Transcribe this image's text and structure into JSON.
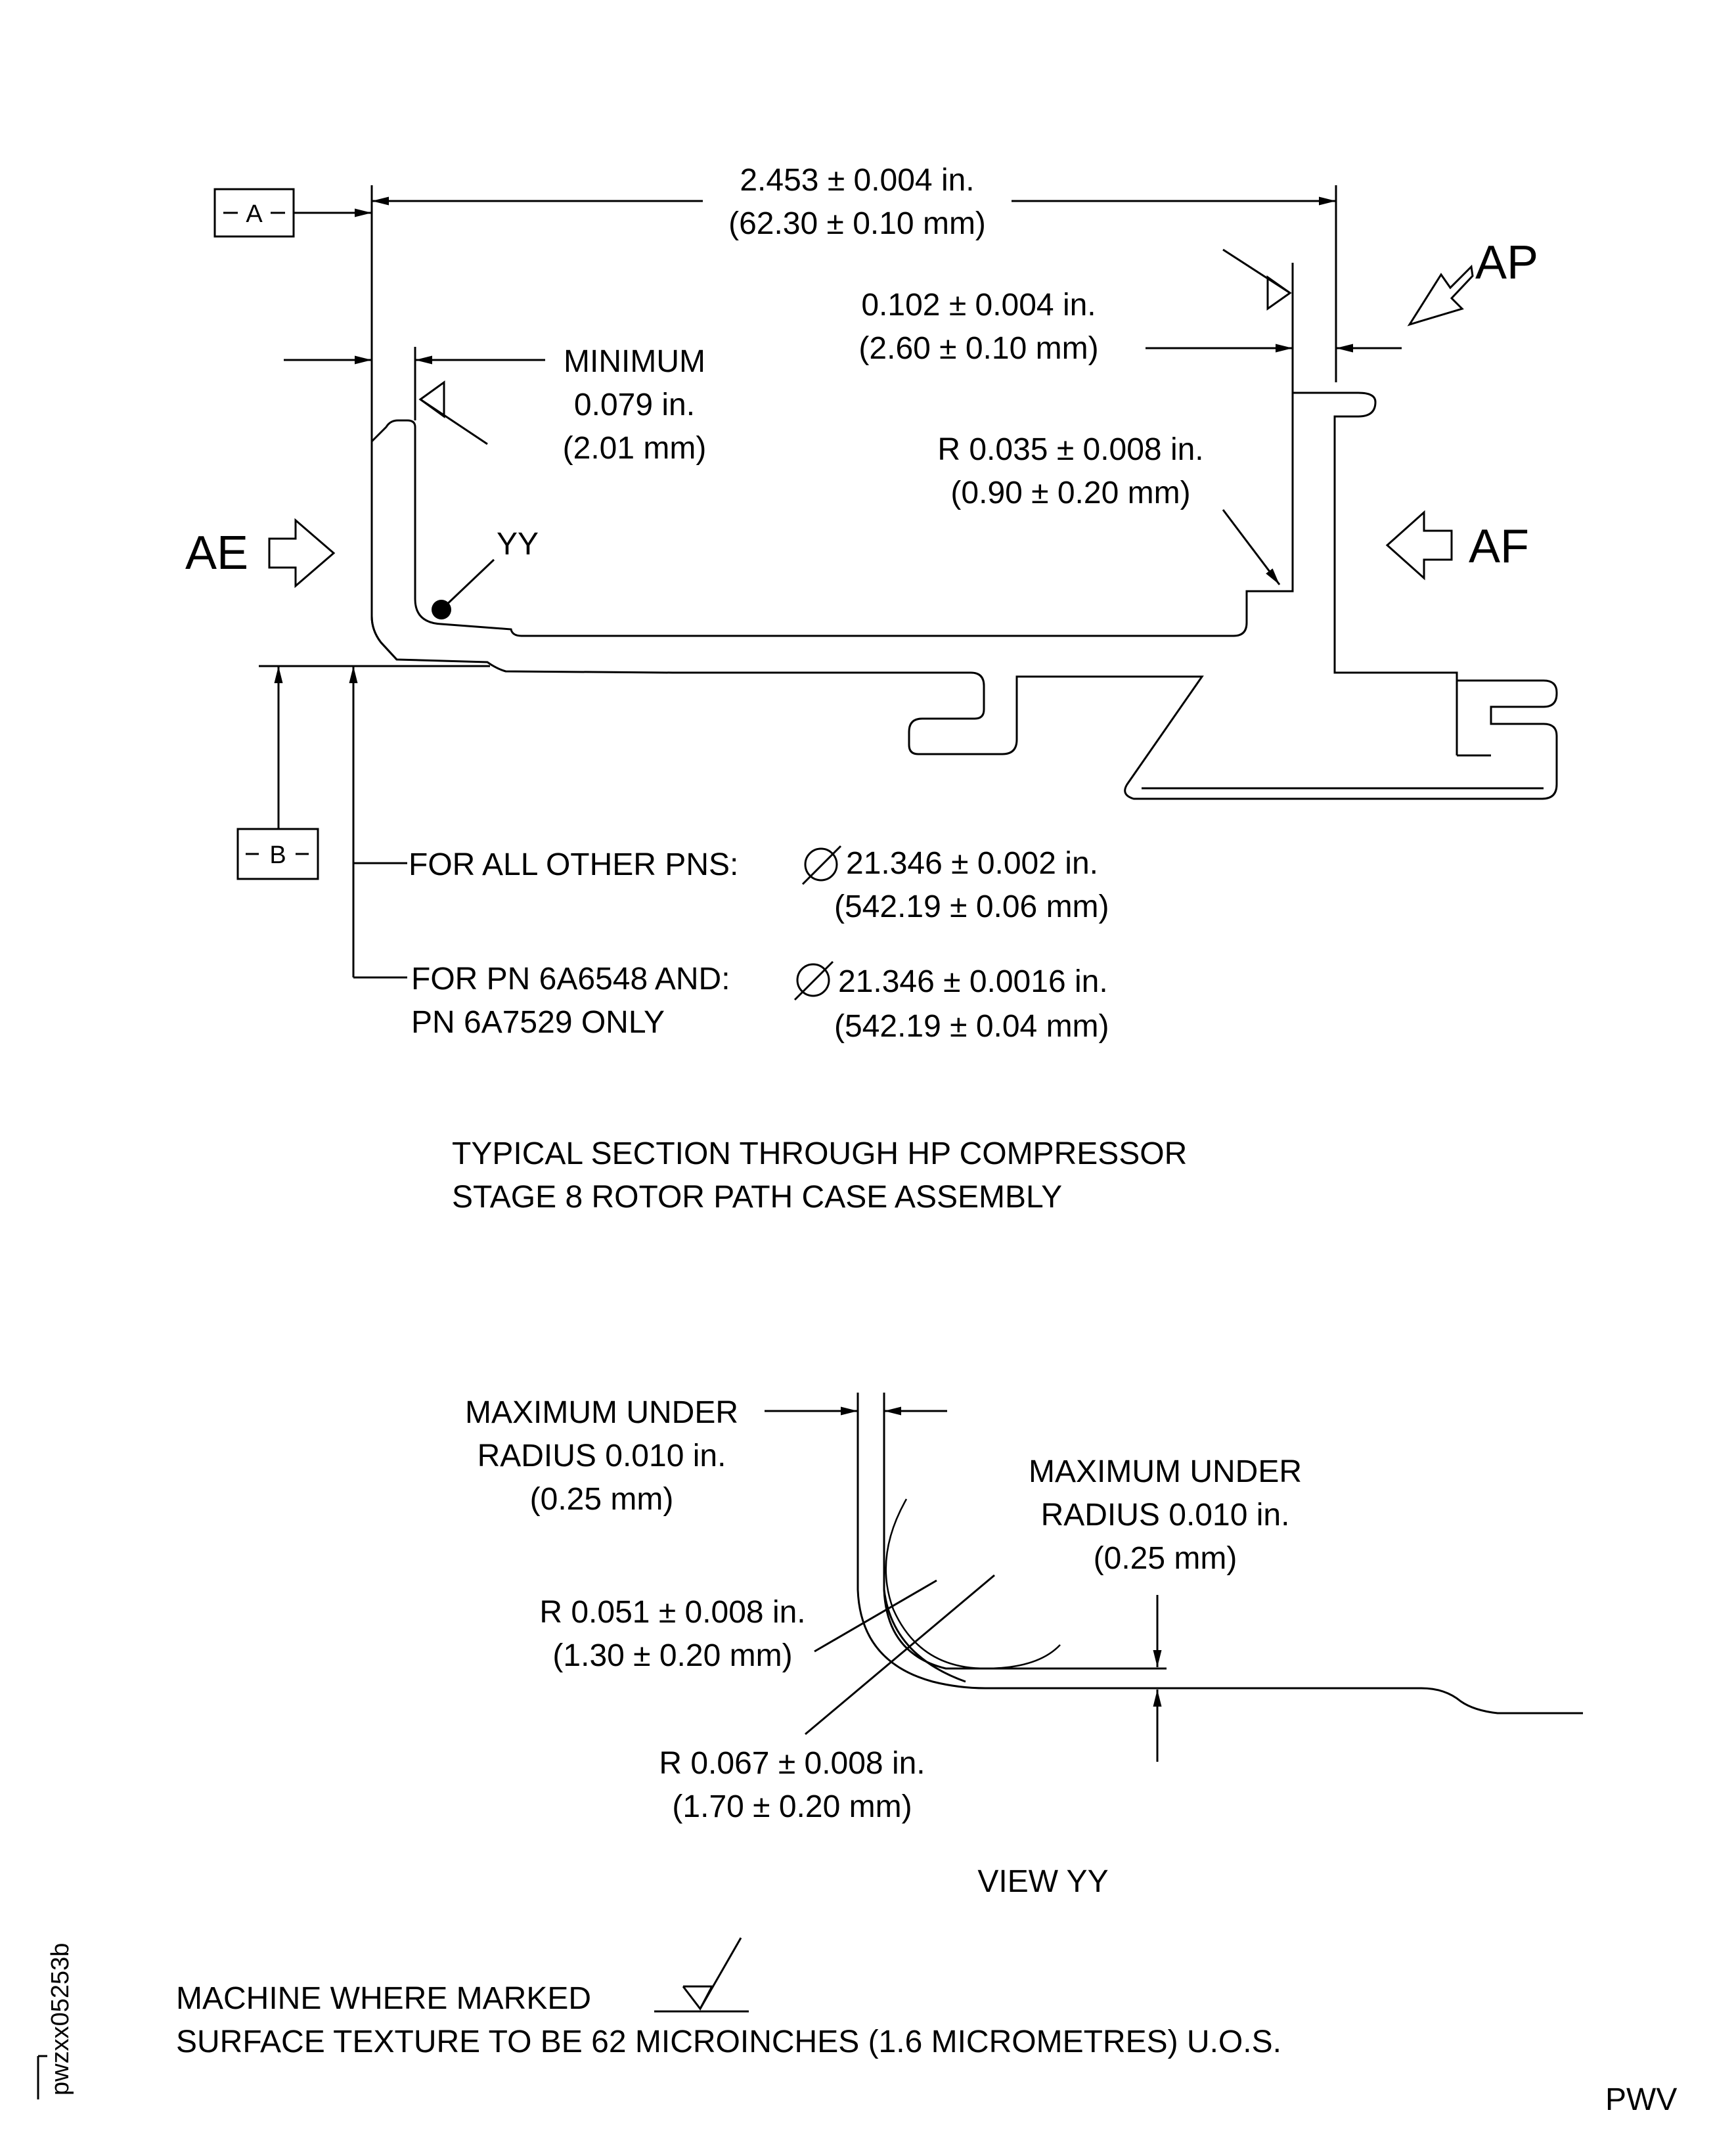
{
  "datum_a": "A",
  "datum_b": "B",
  "overall_width": {
    "inch": "2.453 ± 0.004 in.",
    "mm": "(62.30 ± 0.10 mm)"
  },
  "flange_thickness": {
    "inch": "0.102 ± 0.004 in.",
    "mm": "(2.60 ± 0.10 mm)"
  },
  "minimum_wall": {
    "label": "MINIMUM",
    "inch": "0.079 in.",
    "mm": "(2.01 mm)"
  },
  "corner_radius": {
    "inch": "R 0.035 ± 0.008 in.",
    "mm": "(0.90 ± 0.20 mm)"
  },
  "views": {
    "ae": "AE",
    "af": "AF",
    "ap": "AP",
    "yy": "YY"
  },
  "diameter_other": {
    "label": "FOR ALL OTHER PNS:",
    "inch": "21.346 ± 0.002 in.",
    "mm": "(542.19 ± 0.06 mm)"
  },
  "diameter_specific": {
    "label_line1": "FOR PN 6A6548 AND:",
    "label_line2": "PN 6A7529 ONLY",
    "inch": "21.346 ± 0.0016 in.",
    "mm": "(542.19 ± 0.04 mm)"
  },
  "section_title": {
    "line1": "TYPICAL SECTION THROUGH HP COMPRESSOR",
    "line2": "STAGE 8 ROTOR PATH CASE ASSEMBLY"
  },
  "view_yy": {
    "under_radius_left": {
      "line1": "MAXIMUM UNDER",
      "line2": "RADIUS 0.010 in.",
      "line3": "(0.25 mm)"
    },
    "under_radius_right": {
      "line1": "MAXIMUM UNDER",
      "line2": "RADIUS 0.010 in.",
      "line3": "(0.25 mm)"
    },
    "radius_small": {
      "inch": "R 0.051 ± 0.008 in.",
      "mm": "(1.30 ± 0.20 mm)"
    },
    "radius_large": {
      "inch": "R 0.067 ± 0.008 in.",
      "mm": "(1.70 ± 0.20 mm)"
    },
    "title": "VIEW YY"
  },
  "notes": {
    "line1": "MACHINE WHERE MARKED",
    "line2": "SURFACE TEXTURE TO BE 62 MICROINCHES (1.6 MICROMETRES) U.O.S."
  },
  "figure_id": "pwzxx05253b",
  "footer_code": "PWV"
}
